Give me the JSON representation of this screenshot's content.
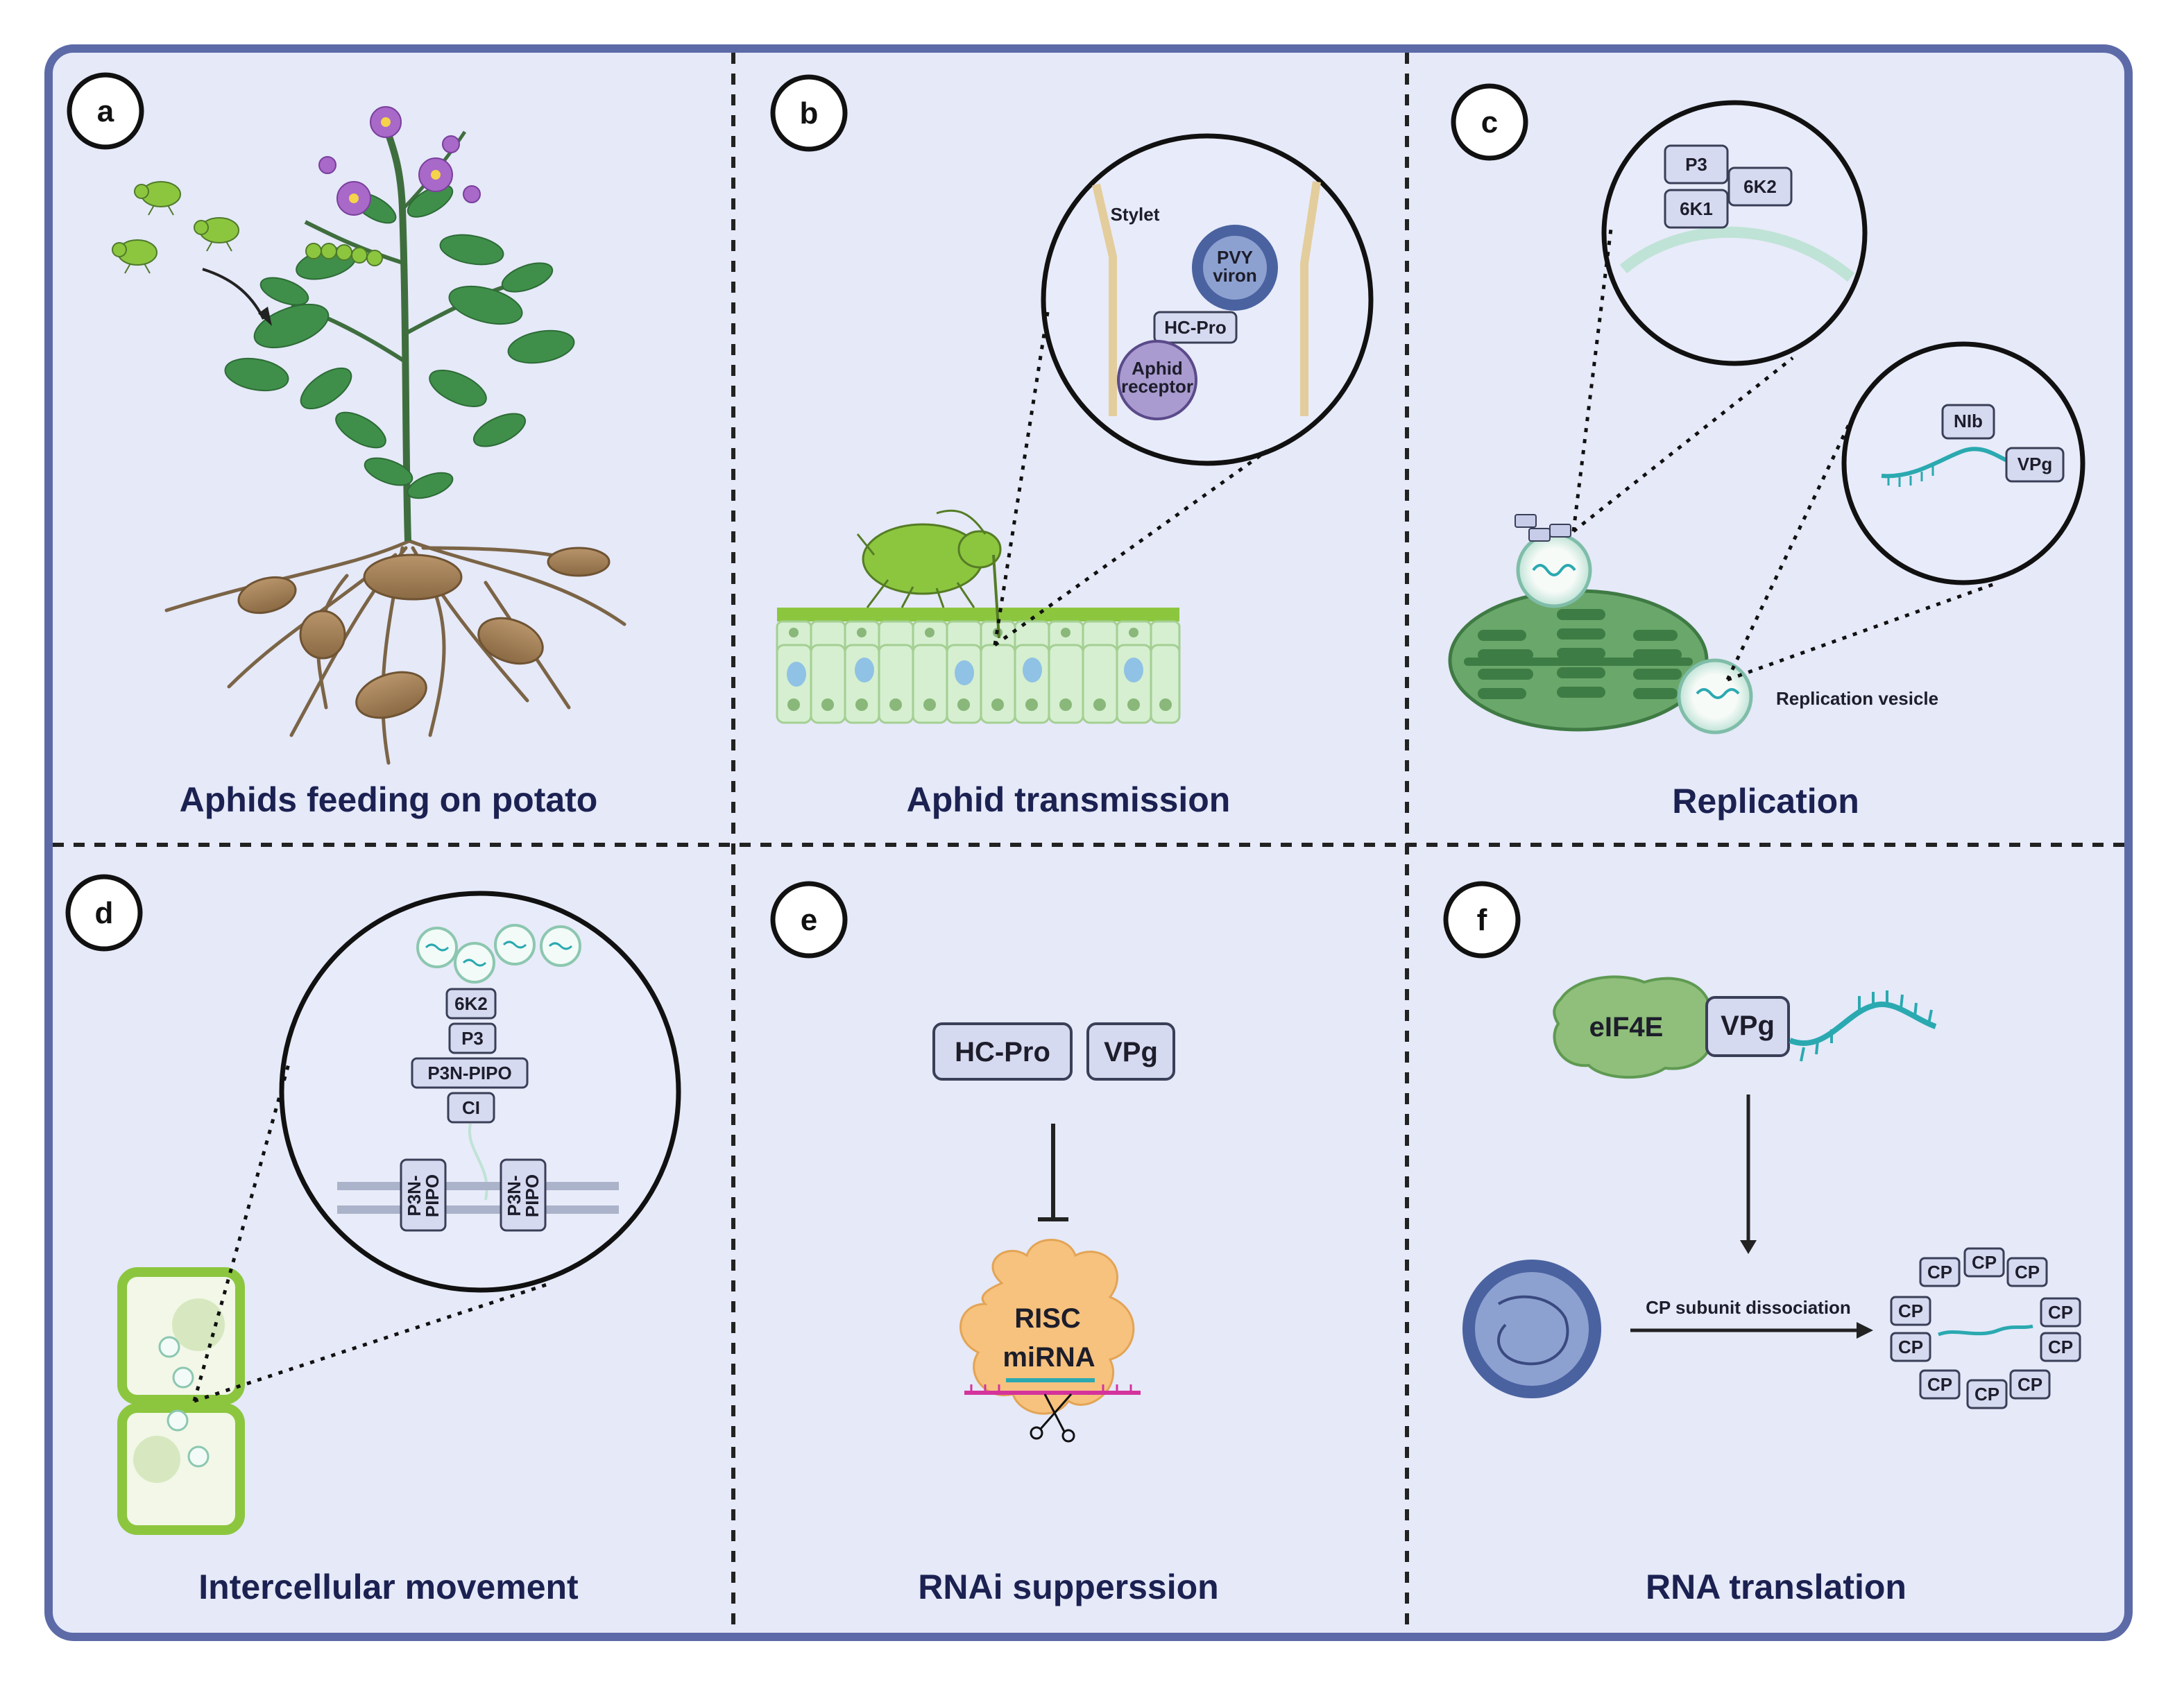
{
  "panels": [
    {
      "letter": "a",
      "title": "Aphids feeding on potato"
    },
    {
      "letter": "b",
      "title": "Aphid transmission"
    },
    {
      "letter": "c",
      "title": "Replication"
    },
    {
      "letter": "d",
      "title": "Intercellular movement"
    },
    {
      "letter": "e",
      "title": "RNAi supperssion"
    },
    {
      "letter": "f",
      "title": "RNA translation"
    }
  ],
  "panel_b": {
    "stylet": "Stylet",
    "virion_line1": "PVY",
    "virion_line2": "viron",
    "hcpro": "HC-Pro",
    "receptor_line1": "Aphid",
    "receptor_line2": "receptor"
  },
  "panel_c": {
    "p3": "P3",
    "k2": "6K2",
    "k1": "6K1",
    "nib": "NIb",
    "vpg": "VPg",
    "vesicle_label": "Replication vesicle"
  },
  "panel_d": {
    "k2": "6K2",
    "p3": "P3",
    "p3npipo": "P3N-PIPO",
    "ci": "CI",
    "membrane_left_1": "P3N-",
    "membrane_left_2": "PIPO",
    "membrane_right_1": "P3N-",
    "membrane_right_2": "PIPO"
  },
  "panel_e": {
    "hcpro": "HC-Pro",
    "vpg": "VPg",
    "risc": "RISC",
    "mirna": "miRNA"
  },
  "panel_f": {
    "eif4e": "eIF4E",
    "vpg": "VPg",
    "dissociation": "CP subunit dissociation",
    "cp": "CP"
  },
  "colors": {
    "background": "#e5e9f8",
    "border": "#5d6aa8",
    "title": "#1b2151",
    "leaf": "#3f8f4a",
    "tuber": "#a5825a",
    "aphid": "#8cc63f",
    "rna": "#2aa9b0",
    "virion": "#4a62a0",
    "mitochondrion": "#5c9c5c",
    "risc": "#f6c27e",
    "box": "#d6daf0"
  }
}
